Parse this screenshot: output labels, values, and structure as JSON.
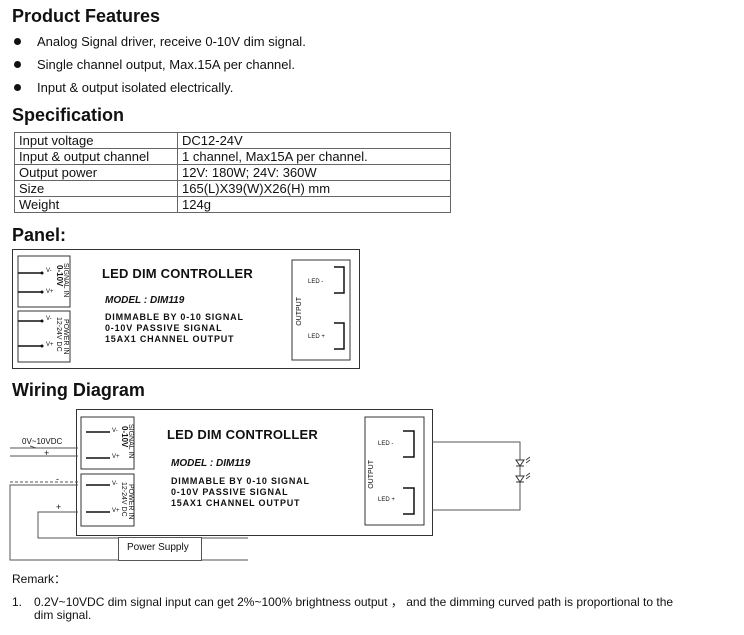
{
  "features": {
    "title": "Product Features",
    "items": [
      "Analog Signal driver, receive 0-10V dim signal.",
      "Single channel output, Max.15A per channel.",
      "Input & output isolated electrically."
    ]
  },
  "specification": {
    "title": "Specification",
    "rows": [
      {
        "key": "Input voltage",
        "value": "DC12-24V"
      },
      {
        "key": "Input & output channel",
        "value": "1 channel, Max15A per channel."
      },
      {
        "key": "Output power",
        "value": "12V: 180W; 24V: 360W"
      },
      {
        "key": "Size",
        "value": "165(L)X39(W)X26(H) mm"
      },
      {
        "key": "Weight",
        "value": "124g"
      }
    ]
  },
  "panel": {
    "title": "Panel:"
  },
  "controller": {
    "title": "LED DIM CONTROLLER",
    "model": "MODEL : DIM119",
    "desc1": "DIMMABLE BY 0-10 SIGNAL",
    "desc2": "0-10V PASSIVE SIGNAL",
    "desc3": "15AX1 CHANNEL OUTPUT",
    "signal_label": "SIGNAL IN",
    "signal_range": "0-10V",
    "power_label": "POWER IN",
    "power_range": "12-24V DC",
    "output_label": "OUTPUT",
    "led_minus": "LED -",
    "led_plus": "LED +",
    "v_minus": "V-",
    "v_plus": "V+"
  },
  "wiring": {
    "title": "Wiring Diagram",
    "signal_source": "0V~10VDC",
    "power_supply": "Power Supply"
  },
  "remark": {
    "title": "Remark：",
    "number": "1.",
    "line1": "0.2V~10VDC dim signal input can get  2%~100% brightness output ， and the dimming curved path is proportional to the",
    "line2": "dim signal."
  }
}
